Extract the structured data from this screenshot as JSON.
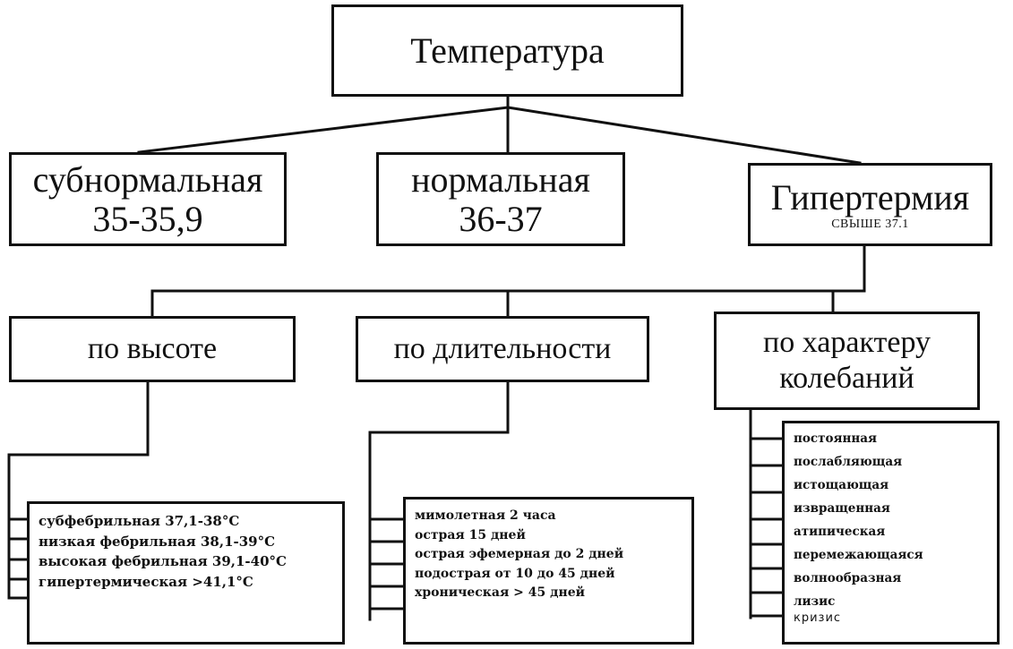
{
  "root": {
    "title": "Температура"
  },
  "categories": [
    {
      "label": "субнормальная",
      "range": "35-35,9"
    },
    {
      "label": "нормальная",
      "range": "36-37"
    },
    {
      "label": "Гипертермия",
      "range": "СВЫШЕ 37.1"
    }
  ],
  "criteria": [
    {
      "label": "по высоте"
    },
    {
      "label": "по длительности"
    },
    {
      "label": "по характеру",
      "label2": "колебаний"
    }
  ],
  "by_height": {
    "items": [
      "субфебрильная 37,1-38°С",
      "низкая фебрильная 38,1-39°С",
      "высокая  фебрильная 39,1-40°С",
      "гипертермическая >41,1°С"
    ]
  },
  "by_duration": {
    "items": [
      "мимолетная 2 часа",
      "острая 15 дней",
      "острая эфемерная до 2 дней",
      "подострая от 10 до 45 дней",
      "хроническая > 45 дней"
    ]
  },
  "by_fluctuation": {
    "items": [
      "постоянная",
      "послабляющая",
      "истощающая",
      "извращенная",
      "атипическая",
      "перемежающаяся",
      "волнообразная",
      "лизис"
    ],
    "last_item": "кризис"
  }
}
